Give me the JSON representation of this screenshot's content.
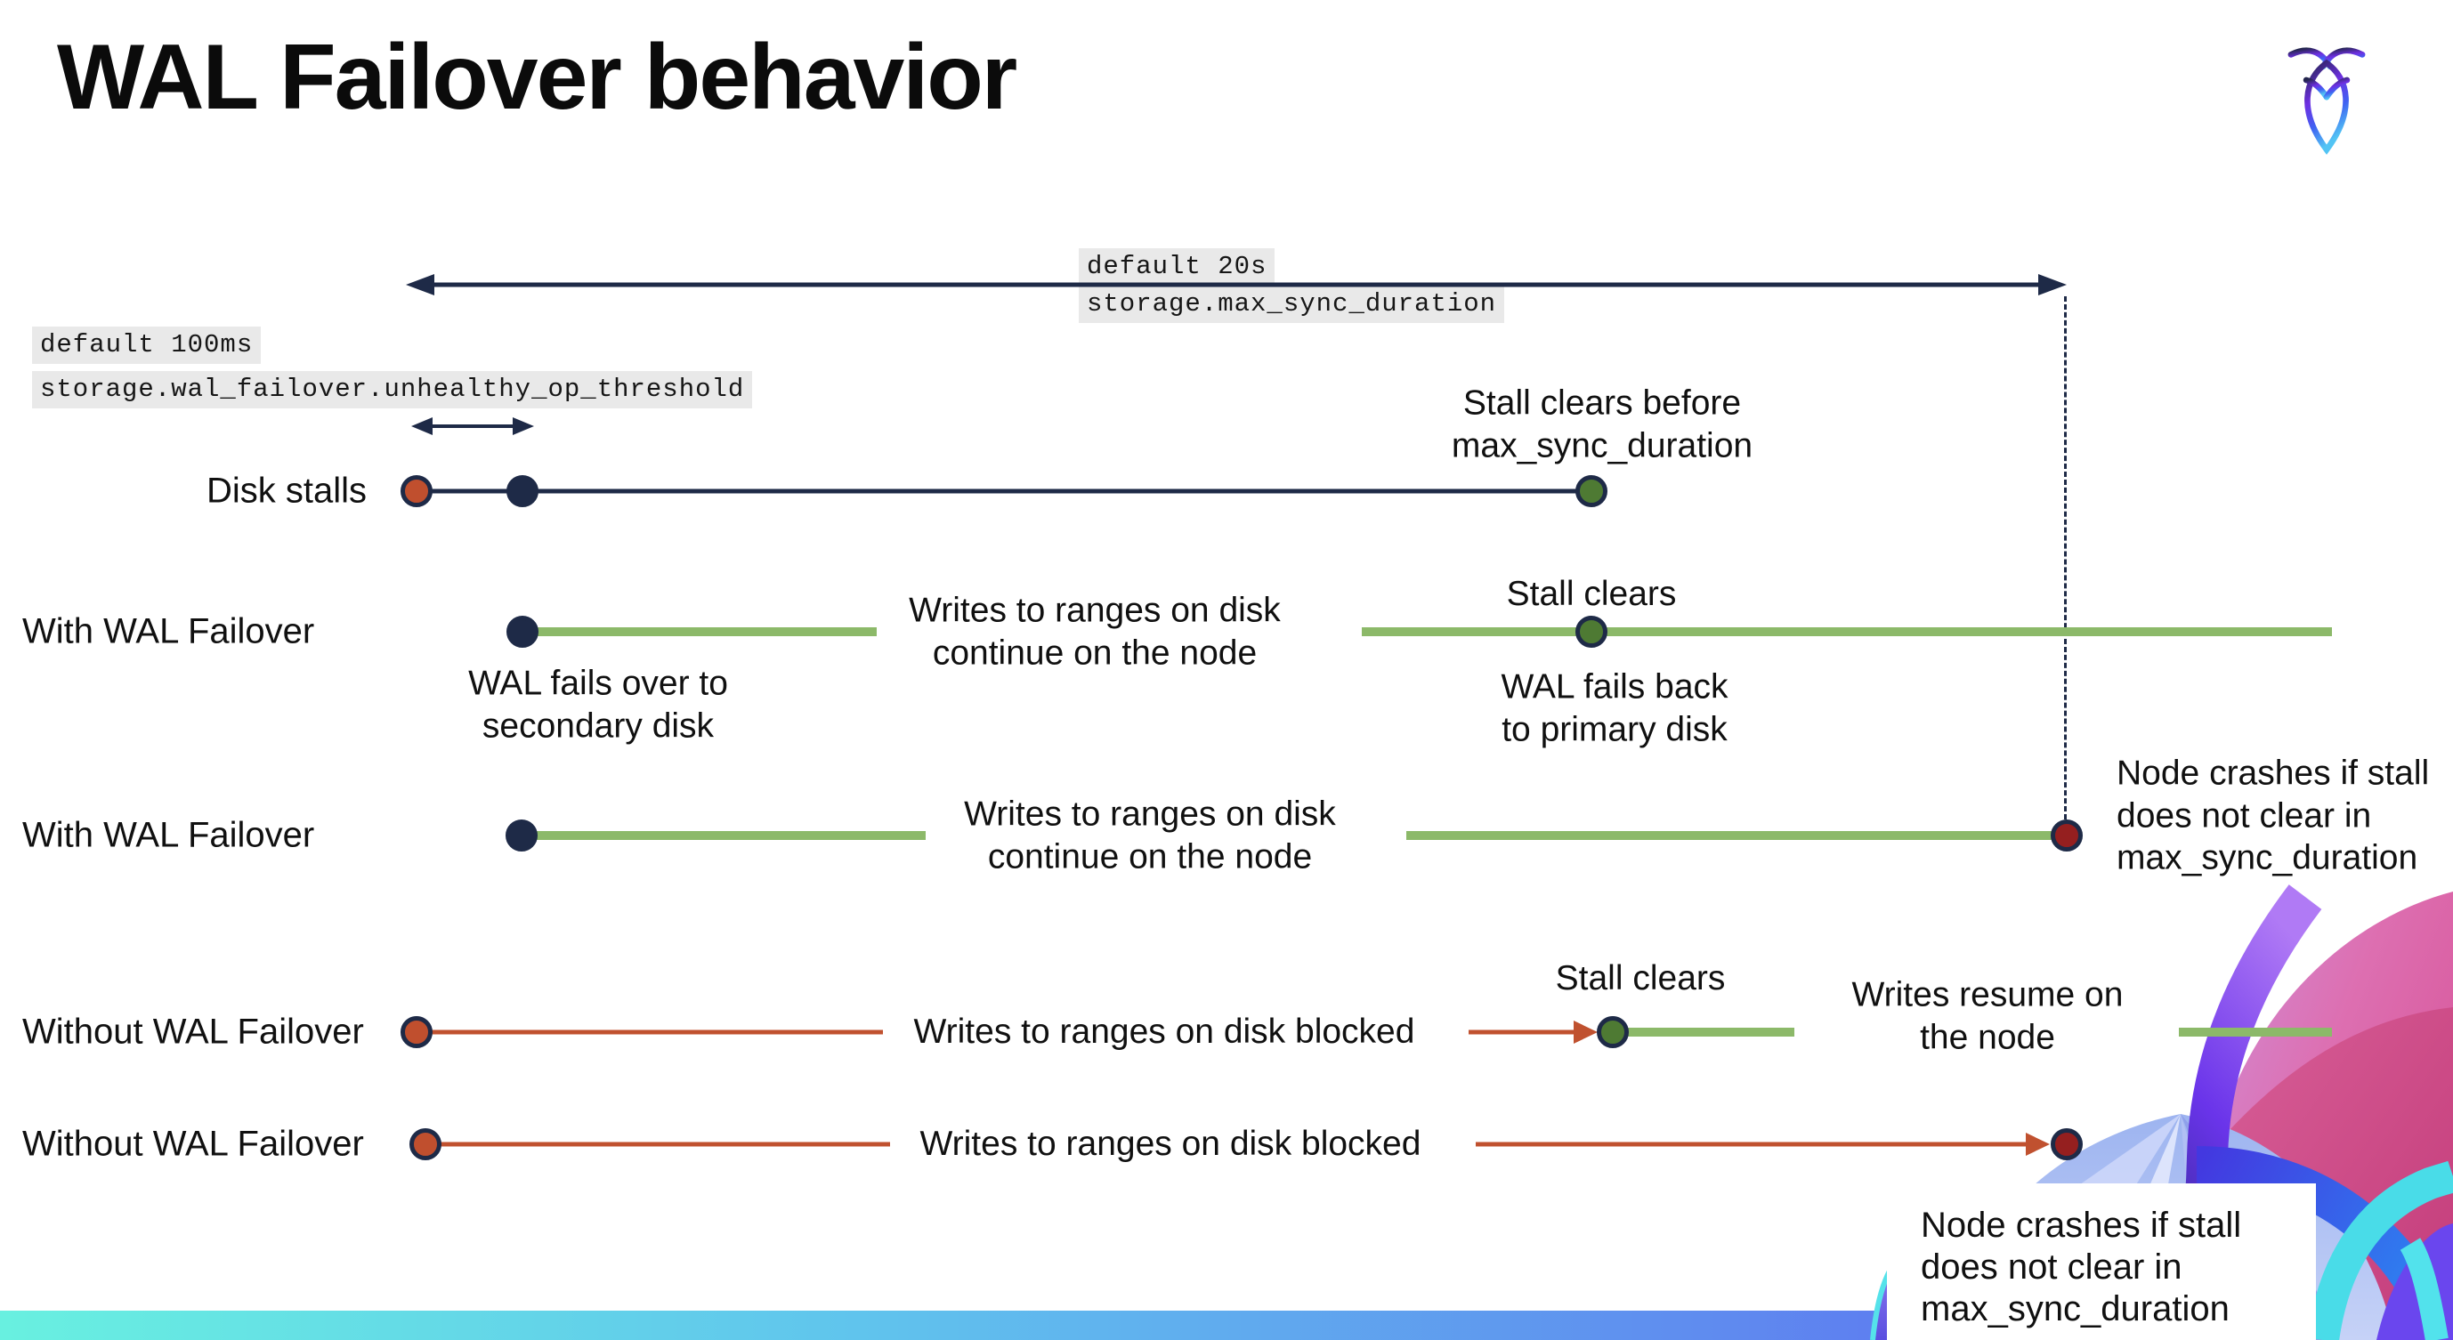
{
  "header": {
    "title": "WAL Failover behavior",
    "logo": "cockroachdb-mark"
  },
  "settings": {
    "max_sync_default": "default 20s",
    "max_sync_name": "storage.max_sync_duration",
    "unhealthy_default": "default 100ms",
    "unhealthy_name": "storage.wal_failover.unhealthy_op_threshold"
  },
  "rows": {
    "disk_stalls": {
      "label": "Disk stalls",
      "stall_clears": "Stall clears before\nmax_sync_duration"
    },
    "with_failover_1": {
      "label": "With WAL Failover",
      "writes": "Writes to ranges on disk\ncontinue on the node",
      "failover": "WAL fails over to\nsecondary disk",
      "stall_clears": "Stall clears",
      "failback": "WAL fails  back\nto primary disk"
    },
    "with_failover_2": {
      "label": "With WAL Failover",
      "writes": "Writes to ranges on disk\ncontinue on the node",
      "crash": "Node crashes if stall\ndoes not clear in\nmax_sync_duration"
    },
    "without_failover_1": {
      "label": "Without WAL Failover",
      "writes": "Writes to ranges on disk  blocked",
      "stall_clears": "Stall clears",
      "resume": "Writes resume on\nthe node"
    },
    "without_failover_2": {
      "label": "Without WAL Failover",
      "writes": "Writes to ranges on disk  blocked",
      "crash": "Node crashes if stall\ndoes not clear in\nmax_sync_duration"
    }
  },
  "colors": {
    "navy": "#1e2a47",
    "red_dot": "#c04f2e",
    "maroon_dot": "#951f1f",
    "green_dot": "#4e7a33",
    "green_line": "#8cb969",
    "red_line": "#c0512f",
    "label_highlight": "#e9e9e9",
    "footer_gradient": [
      "#68f0e0",
      "#60c4ed",
      "#5f8bef",
      "#5b55f2"
    ]
  }
}
